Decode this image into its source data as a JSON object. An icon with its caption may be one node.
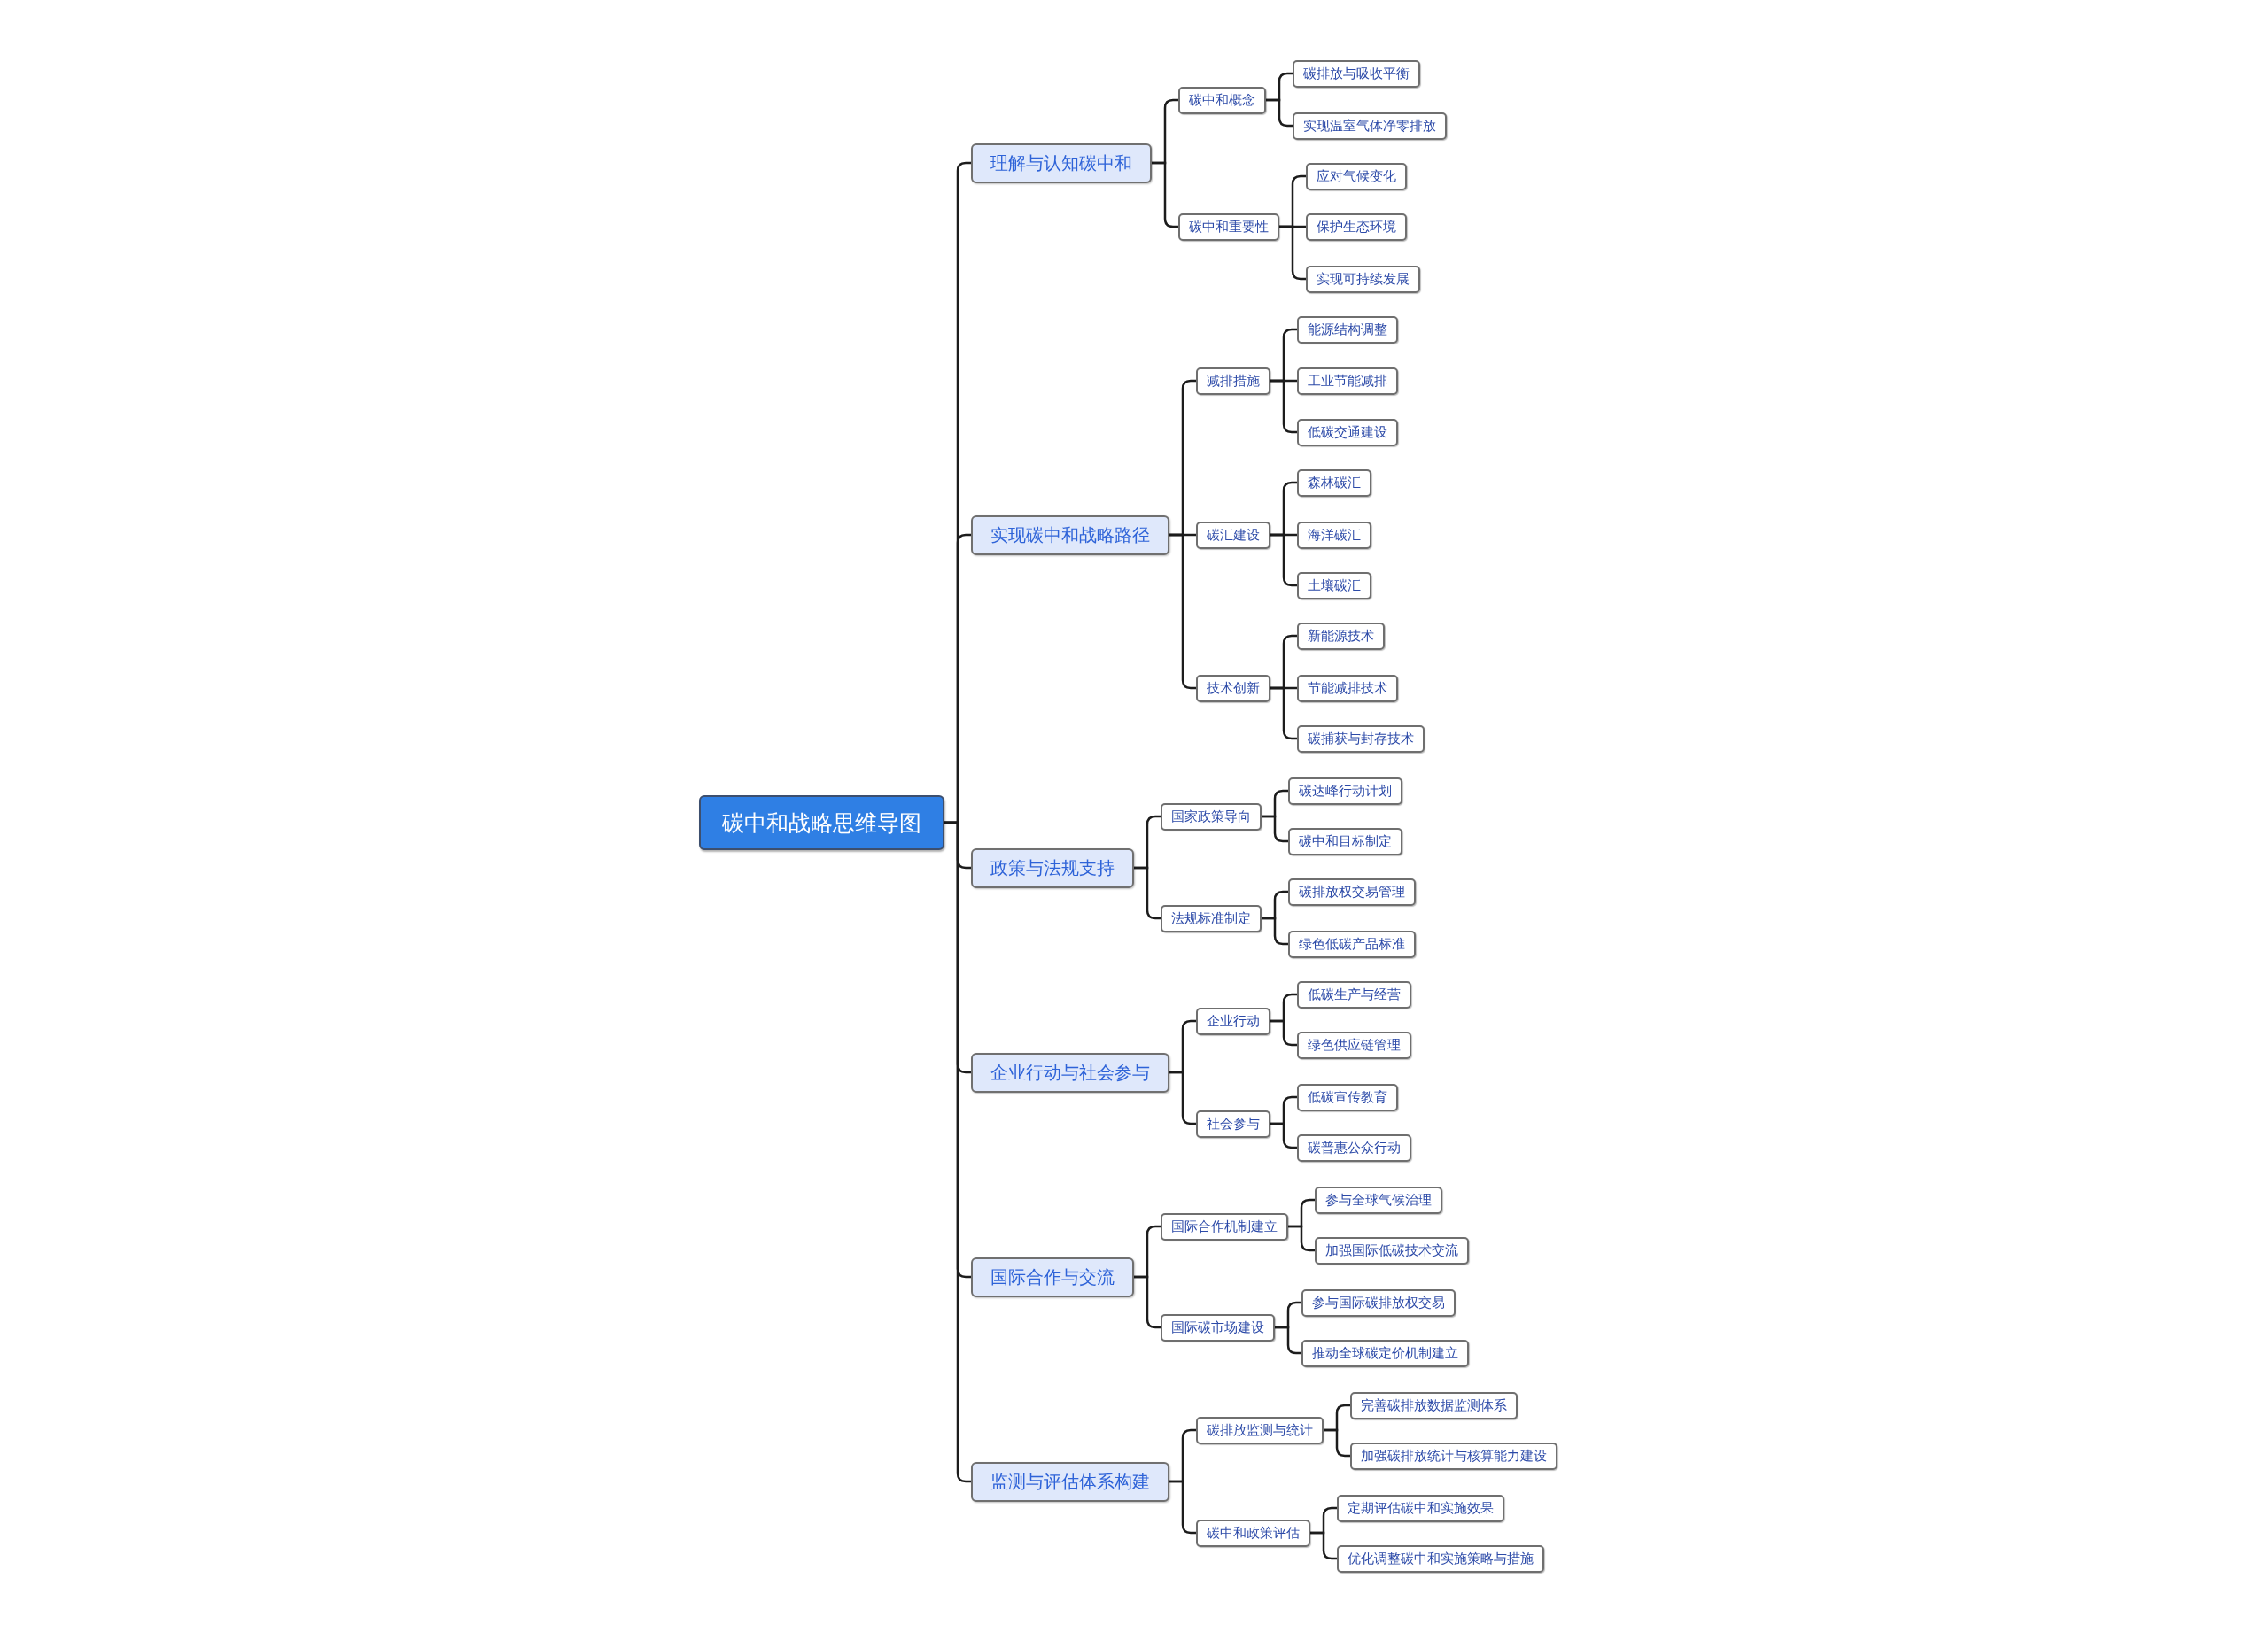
{
  "diagram": {
    "nodes": [
      {
        "text": [
          "碳中和战略思维导图"
        ]
      },
      {
        "text": [
          "理解与认知碳中和"
        ]
      },
      {
        "text": [
          "碳中和概念"
        ]
      },
      {
        "text": [
          "碳排放与吸收平衡"
        ]
      },
      {
        "text": [
          "实现温室气体净零排放"
        ]
      },
      {
        "text": [
          "碳中和重要性"
        ]
      },
      {
        "text": [
          "应对气候变化"
        ]
      },
      {
        "text": [
          "保护生态环境"
        ]
      },
      {
        "text": [
          "实现可持续发展"
        ]
      },
      {
        "text": [
          "实现碳中和战略路径"
        ]
      },
      {
        "text": [
          "减排措施"
        ]
      },
      {
        "text": [
          "能源结构调整"
        ]
      },
      {
        "text": [
          "工业节能减排"
        ]
      },
      {
        "text": [
          "低碳交通建设"
        ]
      },
      {
        "text": [
          "碳汇建设"
        ]
      },
      {
        "text": [
          "森林碳汇"
        ]
      },
      {
        "text": [
          "海洋碳汇"
        ]
      },
      {
        "text": [
          "土壤碳汇"
        ]
      },
      {
        "text": [
          "技术创新"
        ]
      },
      {
        "text": [
          "新能源技术"
        ]
      },
      {
        "text": [
          "节能减排技术"
        ]
      },
      {
        "text": [
          "碳捕获与封存技术"
        ]
      },
      {
        "text": [
          "政策与法规支持"
        ]
      },
      {
        "text": [
          "国家政策导向"
        ]
      },
      {
        "text": [
          "碳达峰行动计划"
        ]
      },
      {
        "text": [
          "碳中和目标制定"
        ]
      },
      {
        "text": [
          "法规标准制定"
        ]
      },
      {
        "text": [
          "碳排放权交易管理"
        ]
      },
      {
        "text": [
          "绿色低碳产品标准"
        ]
      },
      {
        "text": [
          "企业行动与社会参与"
        ]
      },
      {
        "text": [
          "企业行动"
        ]
      },
      {
        "text": [
          "低碳生产与经营"
        ]
      },
      {
        "text": [
          "绿色供应链管理"
        ]
      },
      {
        "text": [
          "社会参与"
        ]
      },
      {
        "text": [
          "低碳宣传教育"
        ]
      },
      {
        "text": [
          "碳普惠公众行动"
        ]
      },
      {
        "text": [
          "国际合作与交流"
        ]
      },
      {
        "text": [
          "国际合作机制建立"
        ]
      },
      {
        "text": [
          "参与全球气候治理"
        ]
      },
      {
        "text": [
          "加强国际低碳技术交流"
        ]
      },
      {
        "text": [
          "国际碳市场建设"
        ]
      },
      {
        "text": [
          "参与国际碳排放权交易"
        ]
      },
      {
        "text": [
          "推动全球碳定价机制建立"
        ]
      },
      {
        "text": [
          "监测与评估体系构建"
        ]
      },
      {
        "text": [
          "碳排放监测与统计"
        ]
      },
      {
        "text": [
          "完善碳排放数据监测体系"
        ]
      },
      {
        "text": [
          "加强碳排放统计与核算能力建设"
        ]
      },
      {
        "text": [
          "碳中和政策评估"
        ]
      },
      {
        "text": [
          "定期评估碳中和实施效果"
        ]
      },
      {
        "text": [
          "优化调整碳中和实施策略与措施"
        ]
      }
    ],
    "edges": [
      {
        "from": 0,
        "to": 1,
        "arrow": "none"
      },
      {
        "from": 1,
        "to": 2,
        "arrow": "none"
      },
      {
        "from": 2,
        "to": 3,
        "arrow": "none"
      },
      {
        "from": 2,
        "to": 4,
        "arrow": "none"
      },
      {
        "from": 1,
        "to": 5,
        "arrow": "none"
      },
      {
        "from": 5,
        "to": 6,
        "arrow": "none"
      },
      {
        "from": 5,
        "to": 7,
        "arrow": "none"
      },
      {
        "from": 5,
        "to": 8,
        "arrow": "none"
      },
      {
        "from": 0,
        "to": 9,
        "arrow": "none"
      },
      {
        "from": 9,
        "to": 10,
        "arrow": "none"
      },
      {
        "from": 10,
        "to": 11,
        "arrow": "none"
      },
      {
        "from": 10,
        "to": 12,
        "arrow": "none"
      },
      {
        "from": 10,
        "to": 13,
        "arrow": "none"
      },
      {
        "from": 9,
        "to": 14,
        "arrow": "none"
      },
      {
        "from": 14,
        "to": 15,
        "arrow": "none"
      },
      {
        "from": 14,
        "to": 16,
        "arrow": "none"
      },
      {
        "from": 14,
        "to": 17,
        "arrow": "none"
      },
      {
        "from": 9,
        "to": 18,
        "arrow": "none"
      },
      {
        "from": 18,
        "to": 19,
        "arrow": "none"
      },
      {
        "from": 18,
        "to": 20,
        "arrow": "none"
      },
      {
        "from": 18,
        "to": 21,
        "arrow": "none"
      },
      {
        "from": 0,
        "to": 22,
        "arrow": "none"
      },
      {
        "from": 22,
        "to": 23,
        "arrow": "none"
      },
      {
        "from": 23,
        "to": 24,
        "arrow": "none"
      },
      {
        "from": 23,
        "to": 25,
        "arrow": "none"
      },
      {
        "from": 22,
        "to": 26,
        "arrow": "none"
      },
      {
        "from": 26,
        "to": 27,
        "arrow": "none"
      },
      {
        "from": 26,
        "to": 28,
        "arrow": "none"
      },
      {
        "from": 0,
        "to": 29,
        "arrow": "none"
      },
      {
        "from": 29,
        "to": 30,
        "arrow": "none"
      },
      {
        "from": 30,
        "to": 31,
        "arrow": "none"
      },
      {
        "from": 30,
        "to": 32,
        "arrow": "none"
      },
      {
        "from": 29,
        "to": 33,
        "arrow": "none"
      },
      {
        "from": 33,
        "to": 34,
        "arrow": "none"
      },
      {
        "from": 33,
        "to": 35,
        "arrow": "none"
      },
      {
        "from": 0,
        "to": 36,
        "arrow": "none"
      },
      {
        "from": 36,
        "to": 37,
        "arrow": "none"
      },
      {
        "from": 37,
        "to": 38,
        "arrow": "none"
      },
      {
        "from": 37,
        "to": 39,
        "arrow": "none"
      },
      {
        "from": 36,
        "to": 40,
        "arrow": "none"
      },
      {
        "from": 40,
        "to": 41,
        "arrow": "none"
      },
      {
        "from": 40,
        "to": 42,
        "arrow": "none"
      },
      {
        "from": 0,
        "to": 43,
        "arrow": "none"
      },
      {
        "from": 43,
        "to": 44,
        "arrow": "none"
      },
      {
        "from": 44,
        "to": 45,
        "arrow": "none"
      },
      {
        "from": 44,
        "to": 46,
        "arrow": "none"
      },
      {
        "from": 43,
        "to": 47,
        "arrow": "none"
      },
      {
        "from": 47,
        "to": 48,
        "arrow": "none"
      },
      {
        "from": 47,
        "to": 49,
        "arrow": "none"
      }
    ]
  }
}
